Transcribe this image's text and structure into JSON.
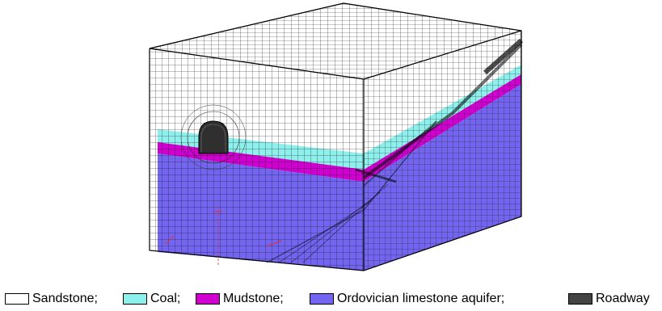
{
  "legend": [
    {
      "label": "Sandstone;",
      "material": "sandstone",
      "color": "#ffffff"
    },
    {
      "label": "Coal;",
      "material": "coal",
      "color": "#8ef0ec"
    },
    {
      "label": "Mudstone;",
      "material": "mudstone",
      "color": "#d000d0"
    },
    {
      "label": "Ordovician limestone aquifer;",
      "material": "limestone-aquifer",
      "color": "#7365f0"
    },
    {
      "label": "Roadway",
      "material": "roadway",
      "color": "#444444"
    }
  ],
  "colors": {
    "sandstone": "#ffffff",
    "coal": "#8ef0ec",
    "mudstone": "#d000d0",
    "aquifer": "#7365f0",
    "roadway": "#3a3a3a",
    "mesh": "#1a1a1a",
    "boundary": "#e03030"
  }
}
